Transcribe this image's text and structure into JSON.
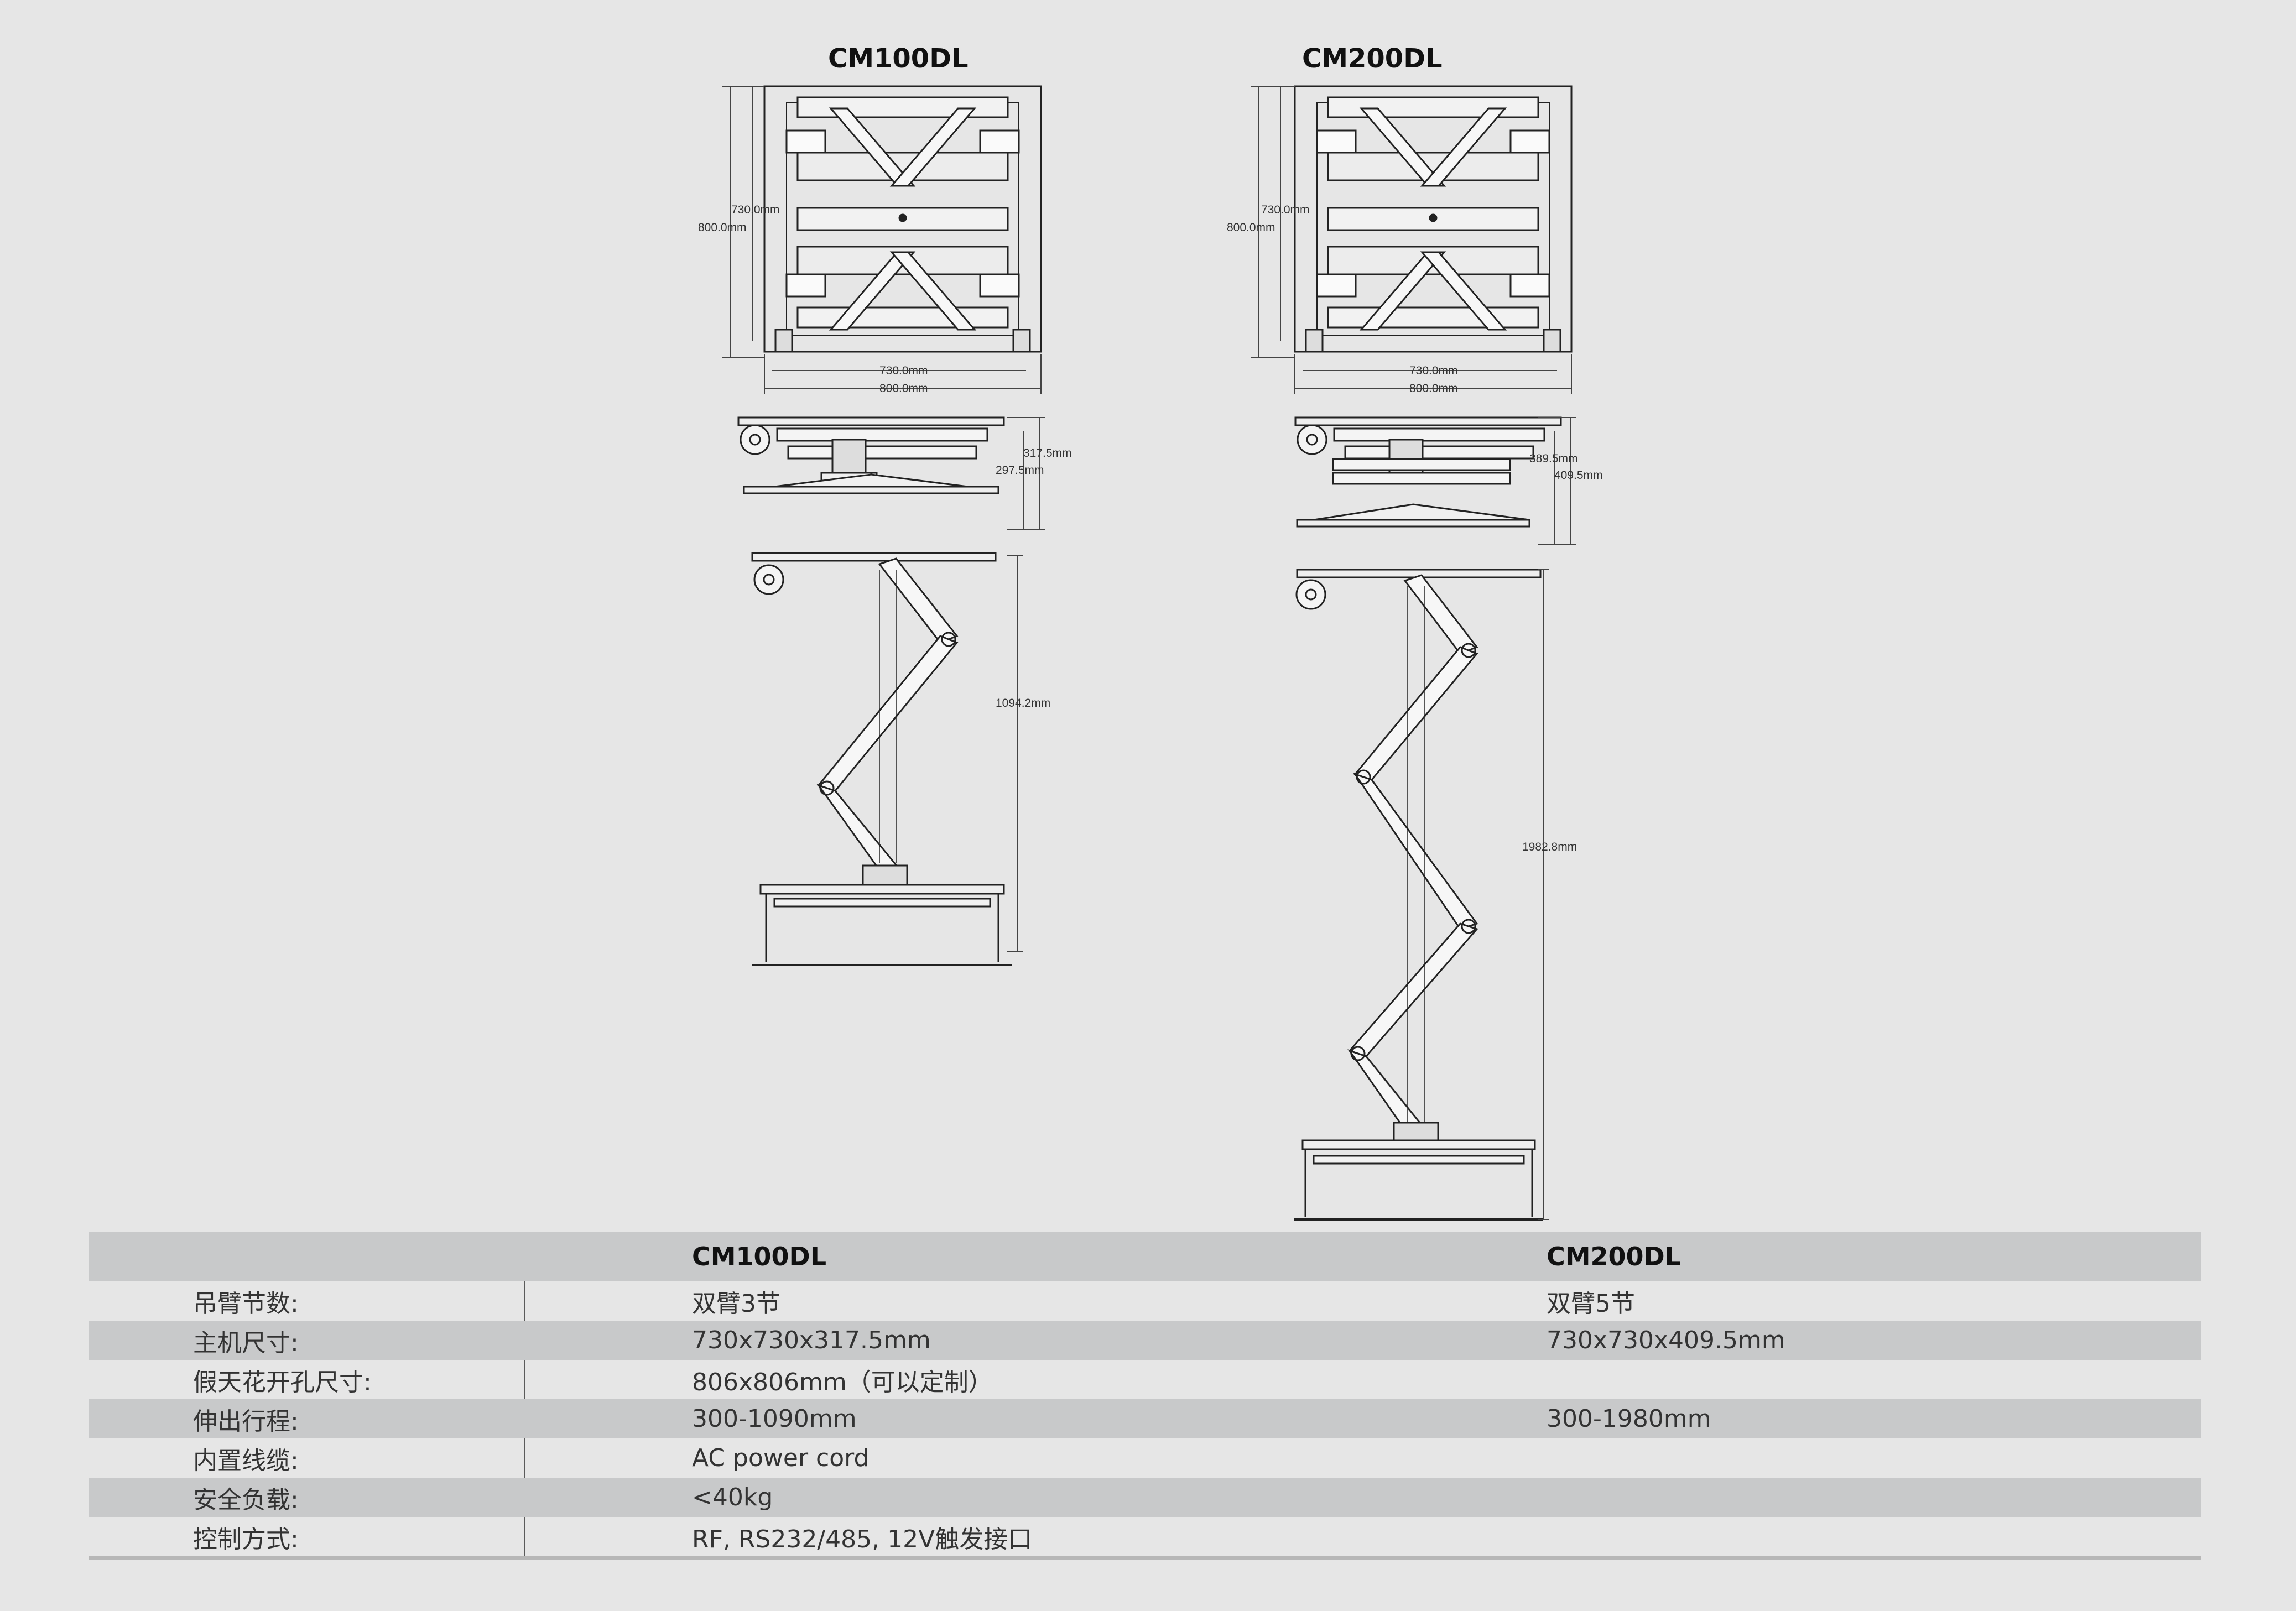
{
  "models": {
    "a": "CM100DL",
    "b": "CM200DL"
  },
  "dims": {
    "a_top_inner_v": "730.0mm",
    "a_top_outer_v": "800.0mm",
    "a_top_inner_h": "730.0mm",
    "a_top_outer_h": "800.0mm",
    "a_side_outer": "317.5mm",
    "a_side_inner": "297.5mm",
    "a_extend": "1094.2mm",
    "b_top_inner_v": "730.0mm",
    "b_top_outer_v": "800.0mm",
    "b_top_inner_h": "730.0mm",
    "b_top_outer_h": "800.0mm",
    "b_side_inner": "389.5mm",
    "b_side_outer": "409.5mm",
    "b_extend": "1982.8mm"
  },
  "spec": {
    "head": {
      "v1": "CM100DL",
      "v2": "CM200DL"
    },
    "rows": [
      {
        "label": "吊臂节数:",
        "v1": "双臂3节",
        "v2": "双臂5节"
      },
      {
        "label": "主机尺寸:",
        "v1": "730x730x317.5mm",
        "v2": "730x730x409.5mm"
      },
      {
        "label": "假天花开孔尺寸:",
        "v1": "806x806mm（可以定制）",
        "v2": ""
      },
      {
        "label": "伸出行程:",
        "v1": "300-1090mm",
        "v2": "300-1980mm"
      },
      {
        "label": "内置线缆:",
        "v1": "AC power cord",
        "v2": ""
      },
      {
        "label": "安全负载:",
        "v1": "<40kg",
        "v2": ""
      },
      {
        "label": "控制方式:",
        "v1": " RF, RS232/485, 12V触发接口",
        "v2": ""
      }
    ]
  }
}
